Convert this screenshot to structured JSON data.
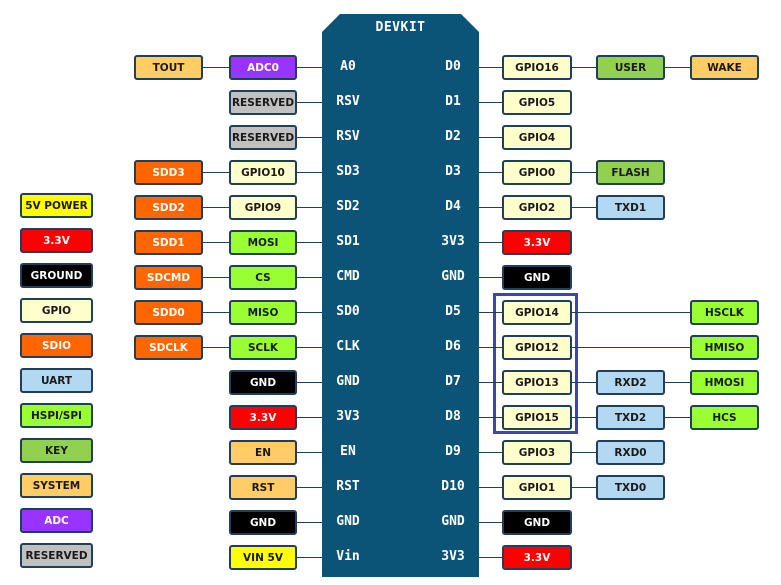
{
  "board_title": "DEVKIT",
  "colors": {
    "board": "#0c5378",
    "border": "#1f3f5c",
    "TOUT": "#ffcc66",
    "ADC": "#9933ff",
    "RESERVED": "#c0c0c0",
    "SDIO": "#ff6600",
    "GPIO": "#ffffcc",
    "HSPI": "#99ff33",
    "GROUND": "#000000",
    "POWER33": "#ff0000",
    "POWER5": "#ffff00",
    "UART": "#b3d9f2",
    "KEY": "#92d050",
    "SYSTEM": "#ffcc66",
    "highlight": "#3f44b5"
  },
  "legend": [
    {
      "label": "5V POWER",
      "type": "POWER5"
    },
    {
      "label": "3.3V",
      "type": "POWER33"
    },
    {
      "label": "GROUND",
      "type": "GROUND"
    },
    {
      "label": "GPIO",
      "type": "GPIO"
    },
    {
      "label": "SDIO",
      "type": "SDIO"
    },
    {
      "label": "UART",
      "type": "UART"
    },
    {
      "label": "HSPI/SPI",
      "type": "HSPI"
    },
    {
      "label": "KEY",
      "type": "KEY"
    },
    {
      "label": "SYSTEM",
      "type": "SYSTEM"
    },
    {
      "label": "ADC",
      "type": "ADC"
    },
    {
      "label": "RESERVED",
      "type": "RESERVED"
    }
  ],
  "left_pins": [
    {
      "pin": "A0",
      "func": {
        "label": "ADC0",
        "type": "ADC"
      },
      "ext": {
        "label": "TOUT",
        "type": "TOUT"
      }
    },
    {
      "pin": "RSV",
      "func": {
        "label": "RESERVED",
        "type": "RESERVED"
      }
    },
    {
      "pin": "RSV",
      "func": {
        "label": "RESERVED",
        "type": "RESERVED"
      }
    },
    {
      "pin": "SD3",
      "func": {
        "label": "GPIO10",
        "type": "GPIO"
      },
      "ext": {
        "label": "SDD3",
        "type": "SDIO"
      }
    },
    {
      "pin": "SD2",
      "func": {
        "label": "GPIO9",
        "type": "GPIO"
      },
      "ext": {
        "label": "SDD2",
        "type": "SDIO"
      }
    },
    {
      "pin": "SD1",
      "func": {
        "label": "MOSI",
        "type": "HSPI"
      },
      "ext": {
        "label": "SDD1",
        "type": "SDIO"
      }
    },
    {
      "pin": "CMD",
      "func": {
        "label": "CS",
        "type": "HSPI"
      },
      "ext": {
        "label": "SDCMD",
        "type": "SDIO"
      }
    },
    {
      "pin": "SD0",
      "func": {
        "label": "MISO",
        "type": "HSPI"
      },
      "ext": {
        "label": "SDD0",
        "type": "SDIO"
      }
    },
    {
      "pin": "CLK",
      "func": {
        "label": "SCLK",
        "type": "HSPI"
      },
      "ext": {
        "label": "SDCLK",
        "type": "SDIO"
      }
    },
    {
      "pin": "GND",
      "func": {
        "label": "GND",
        "type": "GROUND"
      }
    },
    {
      "pin": "3V3",
      "func": {
        "label": "3.3V",
        "type": "POWER33"
      }
    },
    {
      "pin": "EN",
      "func": {
        "label": "EN",
        "type": "SYSTEM"
      }
    },
    {
      "pin": "RST",
      "func": {
        "label": "RST",
        "type": "SYSTEM"
      }
    },
    {
      "pin": "GND",
      "func": {
        "label": "GND",
        "type": "GROUND"
      }
    },
    {
      "pin": "Vin",
      "func": {
        "label": "VIN 5V",
        "type": "POWER5"
      }
    }
  ],
  "right_pins": [
    {
      "pin": "D0",
      "func": {
        "label": "GPIO16",
        "type": "GPIO"
      },
      "alt": {
        "label": "USER",
        "type": "KEY"
      },
      "ext": {
        "label": "WAKE",
        "type": "SYSTEM"
      }
    },
    {
      "pin": "D1",
      "func": {
        "label": "GPIO5",
        "type": "GPIO"
      }
    },
    {
      "pin": "D2",
      "func": {
        "label": "GPIO4",
        "type": "GPIO"
      }
    },
    {
      "pin": "D3",
      "func": {
        "label": "GPIO0",
        "type": "GPIO"
      },
      "alt": {
        "label": "FLASH",
        "type": "KEY"
      }
    },
    {
      "pin": "D4",
      "func": {
        "label": "GPIO2",
        "type": "GPIO"
      },
      "alt": {
        "label": "TXD1",
        "type": "UART"
      }
    },
    {
      "pin": "3V3",
      "func": {
        "label": "3.3V",
        "type": "POWER33"
      }
    },
    {
      "pin": "GND",
      "func": {
        "label": "GND",
        "type": "GROUND"
      }
    },
    {
      "pin": "D5",
      "func": {
        "label": "GPIO14",
        "type": "GPIO"
      },
      "ext": {
        "label": "HSCLK",
        "type": "HSPI"
      }
    },
    {
      "pin": "D6",
      "func": {
        "label": "GPIO12",
        "type": "GPIO"
      },
      "ext": {
        "label": "HMISO",
        "type": "HSPI"
      }
    },
    {
      "pin": "D7",
      "func": {
        "label": "GPIO13",
        "type": "GPIO"
      },
      "alt": {
        "label": "RXD2",
        "type": "UART"
      },
      "ext": {
        "label": "HMOSI",
        "type": "HSPI"
      }
    },
    {
      "pin": "D8",
      "func": {
        "label": "GPIO15",
        "type": "GPIO"
      },
      "alt": {
        "label": "TXD2",
        "type": "UART"
      },
      "ext": {
        "label": "HCS",
        "type": "HSPI"
      }
    },
    {
      "pin": "D9",
      "func": {
        "label": "GPIO3",
        "type": "GPIO"
      },
      "alt": {
        "label": "RXD0",
        "type": "UART"
      }
    },
    {
      "pin": "D10",
      "func": {
        "label": "GPIO1",
        "type": "GPIO"
      },
      "alt": {
        "label": "TXD0",
        "type": "UART"
      }
    },
    {
      "pin": "GND",
      "func": {
        "label": "GND",
        "type": "GROUND"
      }
    },
    {
      "pin": "3V3",
      "func": {
        "label": "3.3V",
        "type": "POWER33"
      }
    }
  ]
}
